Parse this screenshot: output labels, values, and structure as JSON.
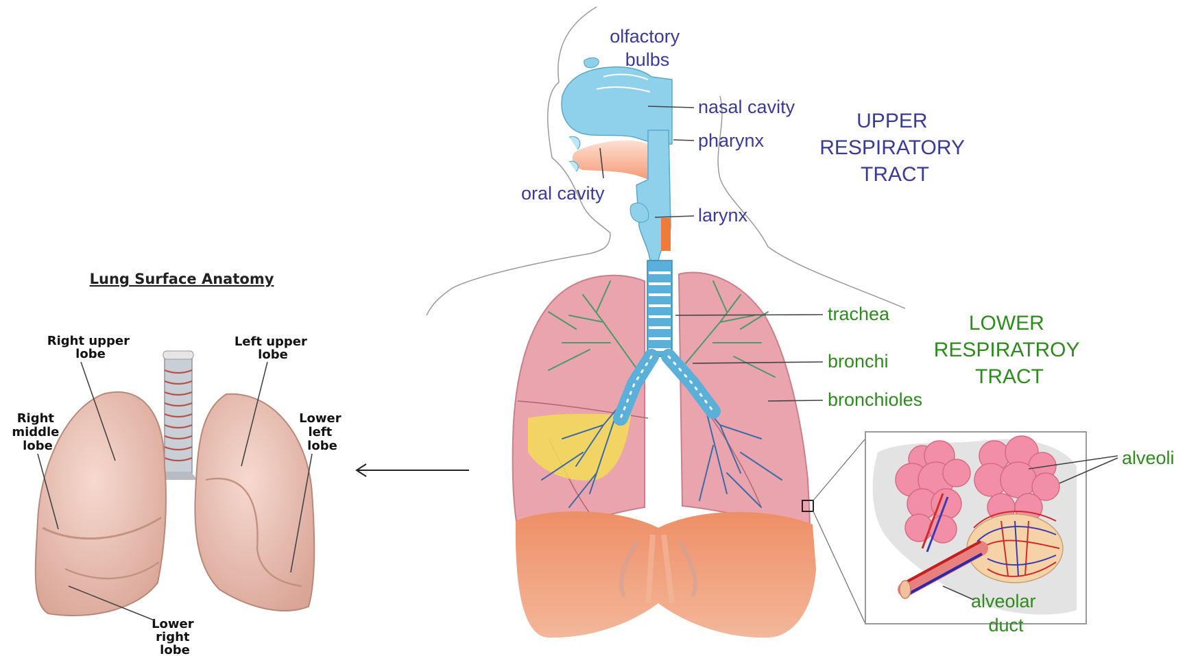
{
  "left_panel": {
    "title": "Lung Surface Anatomy",
    "labels": {
      "right_upper": [
        "Right upper",
        "lobe"
      ],
      "left_upper": [
        "Left upper",
        "lobe"
      ],
      "right_middle": [
        "Right",
        "middle",
        "lobe"
      ],
      "lower_left": [
        "Lower",
        "left",
        "lobe"
      ],
      "lower_right": [
        "Lower",
        "right",
        "lobe"
      ]
    }
  },
  "upper_tract": {
    "heading": [
      "UPPER",
      "RESPIRATORY",
      "TRACT"
    ],
    "olfactory": [
      "olfactory",
      "bulbs"
    ],
    "nasal_cavity": "nasal cavity",
    "pharynx": "pharynx",
    "oral_cavity": "oral cavity",
    "larynx": "larynx"
  },
  "lower_tract": {
    "heading": [
      "LOWER",
      "RESPIRATROY",
      "TRACT"
    ],
    "trachea": "trachea",
    "bronchi": "bronchi",
    "bronchioles": "bronchioles"
  },
  "inset": {
    "alveoli": "alveoli",
    "alveolar_duct": [
      "alveolar",
      "duct"
    ]
  },
  "colors": {
    "upper_text": "#3a3a9a",
    "lower_text": "#2e8b1e",
    "airway_blue": "#8fd0ea",
    "lung_pink": "#eaa4ad",
    "diaphragm": "#e9845f",
    "surface_lung": "#ecc0b4"
  }
}
